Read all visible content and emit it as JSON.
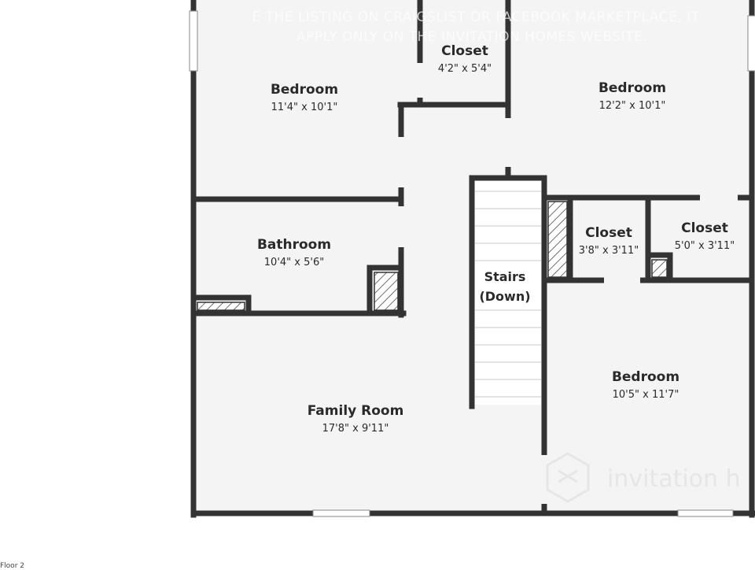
{
  "watermark": {
    "line1": "E THE LISTING ON CRAIGSLIST OR FACEBOOK MARKETPLACE, IT",
    "line2": "APPLY ONLY ON THE INVITATION HOMES WEBSITE."
  },
  "brand": {
    "text": "invitation h"
  },
  "floor_label": "Floor 2",
  "rooms": [
    {
      "id": "bedroom-nw",
      "name": "Bedroom",
      "dims": "11'4\" x 10'1\""
    },
    {
      "id": "closet-top",
      "name": "Closet",
      "dims": "4'2\" x 5'4\""
    },
    {
      "id": "bedroom-ne",
      "name": "Bedroom",
      "dims": "12'2\" x 10'1\""
    },
    {
      "id": "bathroom",
      "name": "Bathroom",
      "dims": "10'4\" x 5'6\""
    },
    {
      "id": "closet-mid",
      "name": "Closet",
      "dims": "3'8\" x 3'11\""
    },
    {
      "id": "closet-right",
      "name": "Closet",
      "dims": "5'0\" x 3'11\""
    },
    {
      "id": "family-room",
      "name": "Family Room",
      "dims": "17'8\" x 9'11\""
    },
    {
      "id": "bedroom-se",
      "name": "Bedroom",
      "dims": "10'5\" x 11'7\""
    }
  ],
  "stairs": {
    "line1": "Stairs",
    "line2": "(Down)"
  },
  "colors": {
    "wall": "#333333",
    "floor": "#f4f4f4",
    "text": "#2a2a2a"
  }
}
